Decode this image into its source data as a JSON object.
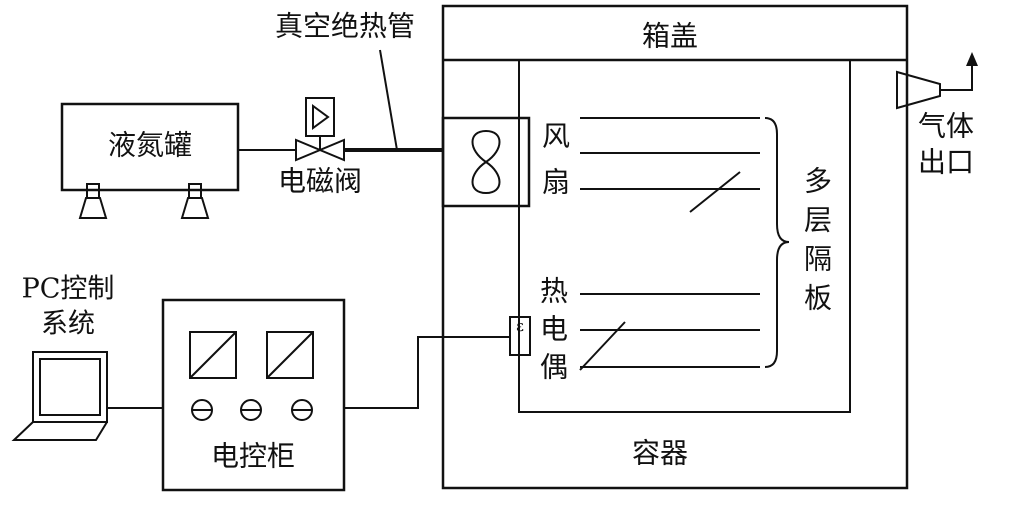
{
  "labels": {
    "vacuum_pipe": "真空绝热管",
    "lid": "箱盖",
    "ln2_tank": "液氮罐",
    "solenoid_valve": "电磁阀",
    "fan": [
      "风",
      "扇"
    ],
    "multilayer_plates": [
      "多",
      "层",
      "隔",
      "板"
    ],
    "gas_outlet": [
      "气体",
      "出口"
    ],
    "pc_system": [
      "PC控制",
      "系统"
    ],
    "thermocouple": [
      "热",
      "电",
      "偶"
    ],
    "thermocouple_symbol": "ε",
    "cabinet": "电控柜",
    "container": "容器"
  }
}
